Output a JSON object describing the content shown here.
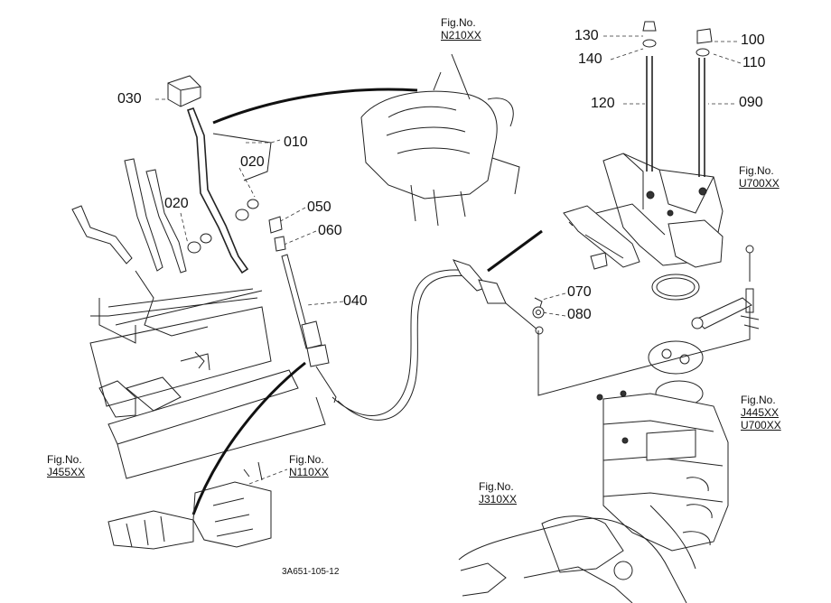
{
  "parts": [
    {
      "id": "p030",
      "label": "030"
    },
    {
      "id": "p010",
      "label": "010"
    },
    {
      "id": "p020a",
      "label": "020"
    },
    {
      "id": "p020b",
      "label": "020"
    },
    {
      "id": "p050",
      "label": "050"
    },
    {
      "id": "p060",
      "label": "060"
    },
    {
      "id": "p040",
      "label": "040"
    },
    {
      "id": "p130",
      "label": "130"
    },
    {
      "id": "p140",
      "label": "140"
    },
    {
      "id": "p120",
      "label": "120"
    },
    {
      "id": "p100",
      "label": "100"
    },
    {
      "id": "p110",
      "label": "110"
    },
    {
      "id": "p090",
      "label": "090"
    },
    {
      "id": "p070",
      "label": "070"
    },
    {
      "id": "p080",
      "label": "080"
    }
  ],
  "figure_refs": [
    {
      "id": "n210",
      "title": "Fig.No.",
      "codes": [
        "N210XX"
      ]
    },
    {
      "id": "u700",
      "title": "Fig.No.",
      "codes": [
        "U700XX"
      ]
    },
    {
      "id": "j445",
      "title": "Fig.No.",
      "codes": [
        "J445XX",
        "U700XX"
      ]
    },
    {
      "id": "j455",
      "title": "Fig.No.",
      "codes": [
        "J455XX"
      ]
    },
    {
      "id": "n110",
      "title": "Fig.No.",
      "codes": [
        "N110XX"
      ]
    },
    {
      "id": "j310",
      "title": "Fig.No.",
      "codes": [
        "J310XX"
      ]
    }
  ],
  "drawing_code": "3A651-105-12"
}
